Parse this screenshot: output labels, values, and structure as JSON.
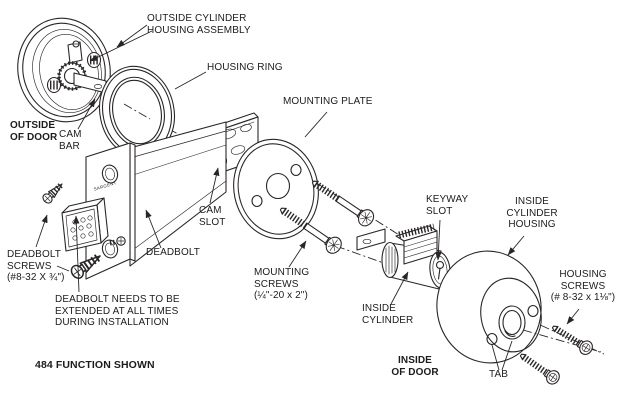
{
  "diagram": {
    "brand": "SARGENT",
    "colors": {
      "line": "#2a2626",
      "text": "#1c1c1c",
      "background": "#ffffff"
    },
    "labels": {
      "outside_cylinder_housing_assembly": "OUTSIDE CYLINDER\nHOUSING ASSEMBLY",
      "housing_ring": "HOUSING RING",
      "mounting_plate": "MOUNTING PLATE",
      "outside_of_door": "OUTSIDE\nOF DOOR",
      "cam_bar": "CAM\nBAR",
      "cam_slot": "CAM\nSLOT",
      "deadbolt": "DEADBOLT",
      "deadbolt_screws": "DEADBOLT\nSCREWS\n(#8-32 X ¾\")",
      "installation_note": "DEADBOLT NEEDS TO BE\nEXTENDED AT ALL TIMES\nDURING INSTALLATION",
      "function_shown": "484 FUNCTION SHOWN",
      "mounting_screws": "MOUNTING\nSCREWS\n(¼\"-20 x 2\")",
      "keyway_slot": "KEYWAY\nSLOT",
      "inside_cylinder": "INSIDE\nCYLINDER",
      "inside_cylinder_housing": "INSIDE\nCYLINDER\nHOUSING",
      "housing_screws": "HOUSING\nSCREWS\n(# 8-32 x 1⅛\")",
      "inside_of_door": "INSIDE\nOF DOOR",
      "tab": "TAB"
    }
  }
}
